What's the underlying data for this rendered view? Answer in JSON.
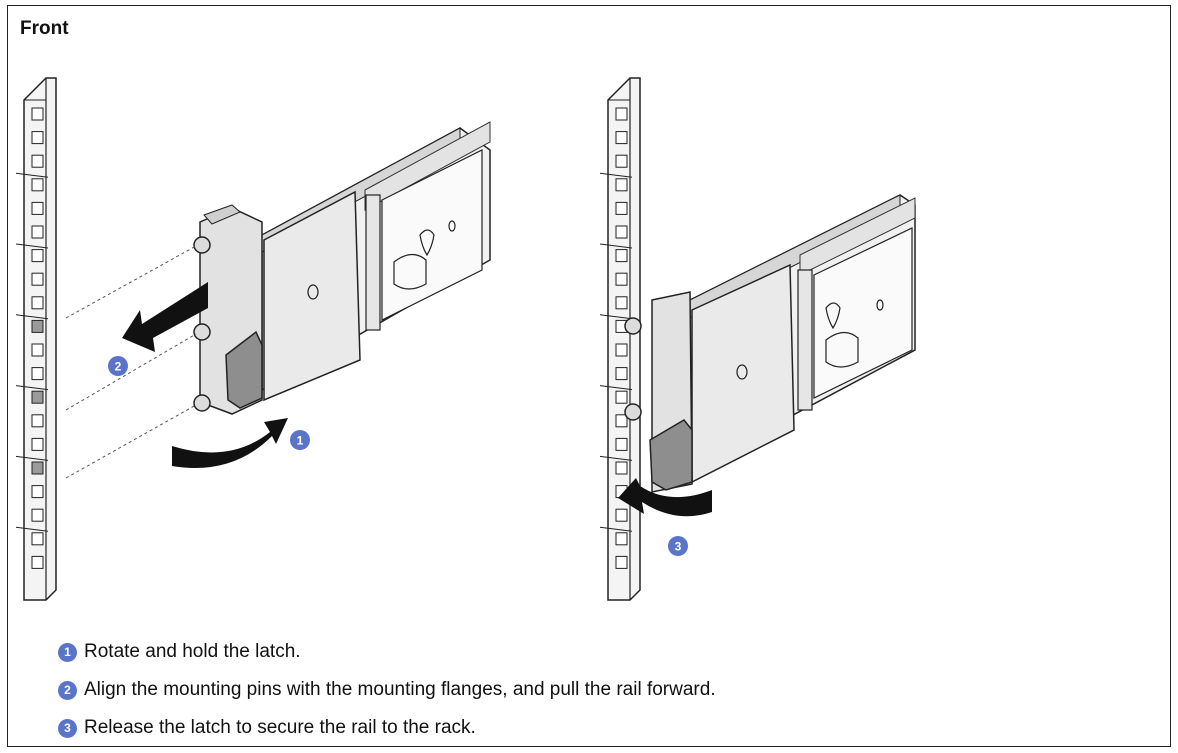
{
  "title": "Front",
  "callouts": [
    "1",
    "2",
    "3"
  ],
  "steps": [
    {
      "num": "1",
      "text": "Rotate and hold the latch."
    },
    {
      "num": "2",
      "text": "Align the mounting pins with the mounting flanges, and pull the rail forward."
    },
    {
      "num": "3",
      "text": "Release the latch to secure the rail to the rack."
    }
  ],
  "colors": {
    "callout": "#5a74c7",
    "metal": "#eeeeee",
    "latch": "#8e8e8e",
    "arrow": "#111111"
  }
}
